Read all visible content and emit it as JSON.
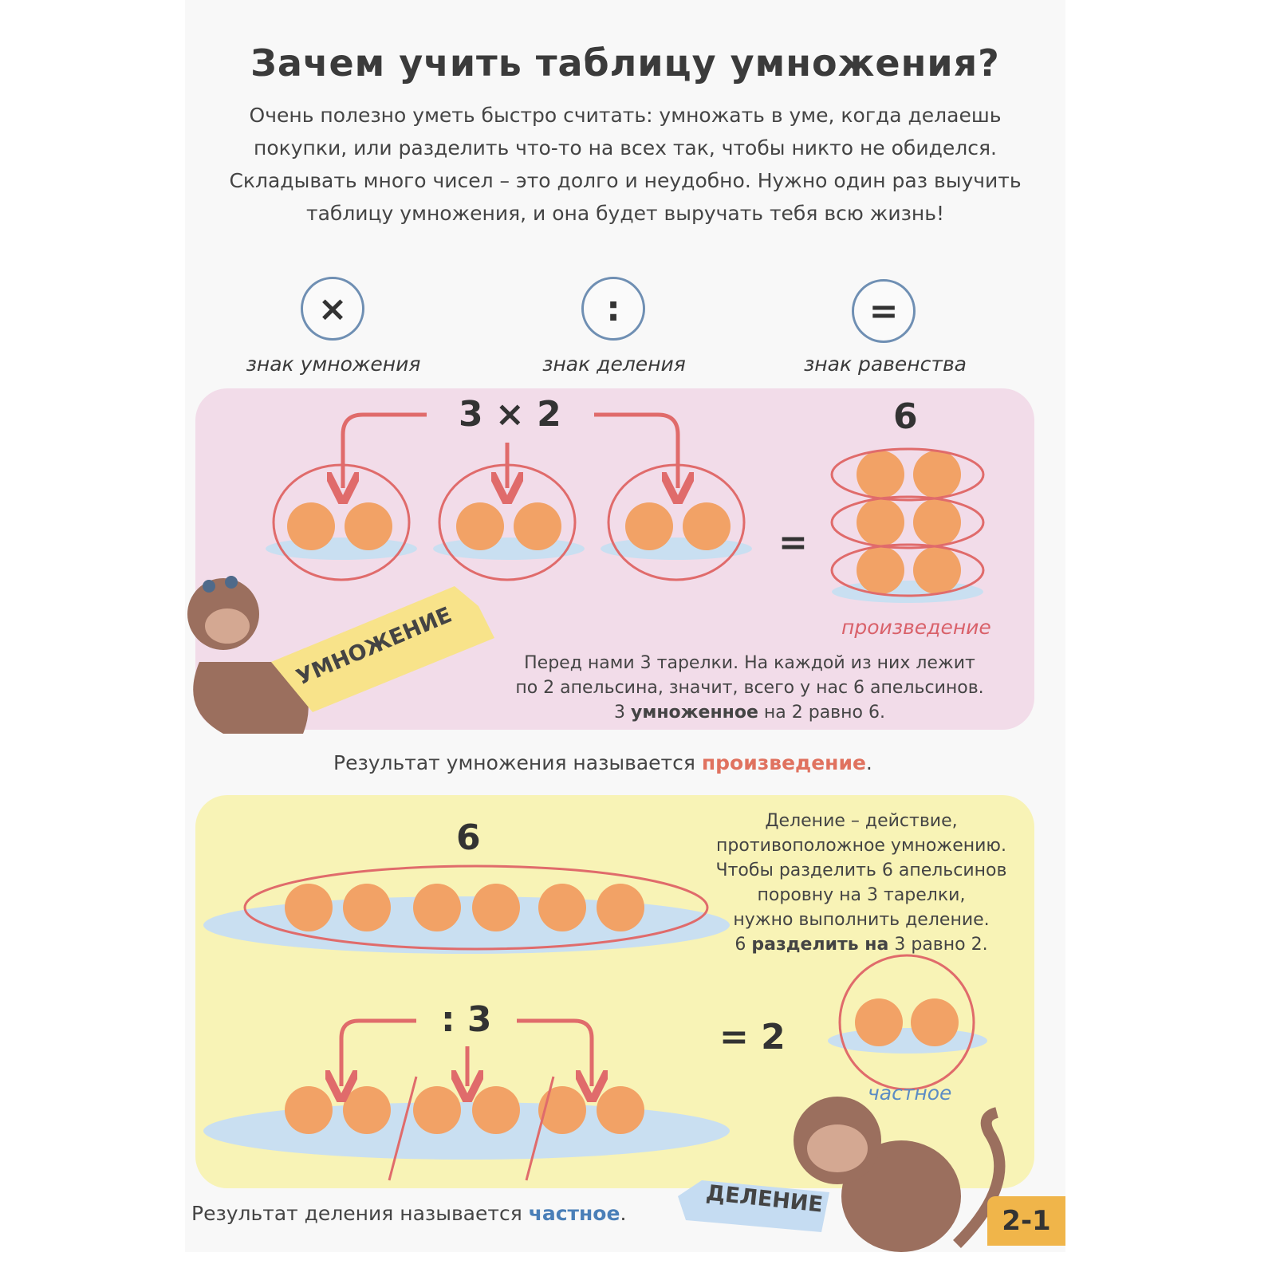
{
  "title": "Зачем учить таблицу умножения?",
  "intro": "Очень полезно уметь быстро считать: умножать в уме, когда делаешь покупки, или разделить что-то на всех так, чтобы никто не обиделся. Складывать много чисел – это долго и неудобно. Нужно один раз выучить таблицу умножения, и она будет выручать тебя всю жизнь!",
  "signs": [
    {
      "symbol": "×",
      "label": "знак умножения",
      "icon": "multiply-icon"
    },
    {
      "symbol": ":",
      "label": "знак деления",
      "icon": "divide-icon"
    },
    {
      "symbol": "=",
      "label": "знак равенства",
      "icon": "equals-icon"
    }
  ],
  "multiplication": {
    "tag": "УМНОЖЕНИЕ",
    "expression": "3 × 2",
    "equals": "=",
    "result": "6",
    "result_label": "произведение",
    "text_line1": "Перед нами 3 тарелки. На каждой из них лежит",
    "text_line2": "по 2 апельсина, значит, всего у нас 6 апельсинов.",
    "text_line3_a": "3",
    "text_line3_bold": "умноженное",
    "text_line3_b": "на 2 равно 6.",
    "summary_prefix": "Результат умножения называется",
    "summary_term": "произведение",
    "summary_suffix": "."
  },
  "division": {
    "tag": "ДЕЛЕНИЕ",
    "total": "6",
    "divisor": ": 3",
    "result": "= 2",
    "result_label": "частное",
    "text_lines": [
      "Деление – действие,",
      "противоположное умножению.",
      "Чтобы разделить 6 апельсинов",
      "поровну на 3 тарелки,",
      "нужно выполнить деление."
    ],
    "text_last_a": "6",
    "text_last_bold": "разделить на",
    "text_last_b": "3 равно 2.",
    "summary_prefix": "Результат деления называется",
    "summary_term": "частное",
    "summary_suffix": "."
  },
  "page_number": "2-1",
  "colors": {
    "pink": "#f2dce9",
    "yellow": "#f8f3b6",
    "orange": "#f2a266",
    "ring": "#e06b6b",
    "plate": "#c9dff1",
    "accent_red": "#e0725f",
    "accent_blue": "#4a7fb8"
  }
}
